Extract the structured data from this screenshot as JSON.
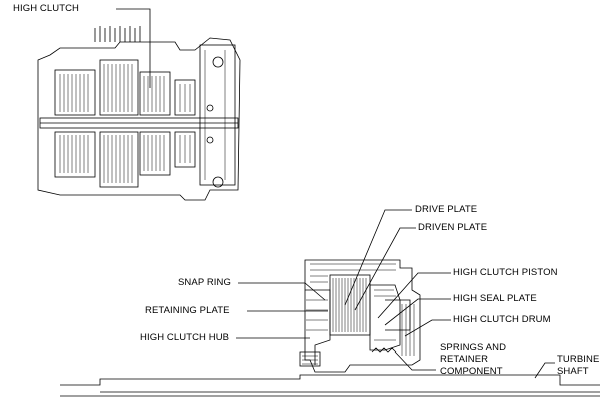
{
  "labels": {
    "high_clutch_top": "HIGH CLUTCH",
    "drive_plate": "DRIVE PLATE",
    "driven_plate": "DRIVEN PLATE",
    "snap_ring": "SNAP RING",
    "retaining_plate": "RETAINING PLATE",
    "high_clutch_hub": "HIGH CLUTCH HUB",
    "high_clutch_piston": "HIGH CLUTCH PISTON",
    "high_seal_plate": "HIGH SEAL PLATE",
    "high_clutch_drum": "HIGH CLUTCH DRUM",
    "springs_line1": "SPRINGS AND",
    "springs_line2": "RETAINER",
    "springs_line3": "COMPONENT",
    "turbine_line1": "TURBINE",
    "turbine_line2": "SHAFT"
  },
  "colors": {
    "line": "#000000",
    "background": "#ffffff"
  }
}
